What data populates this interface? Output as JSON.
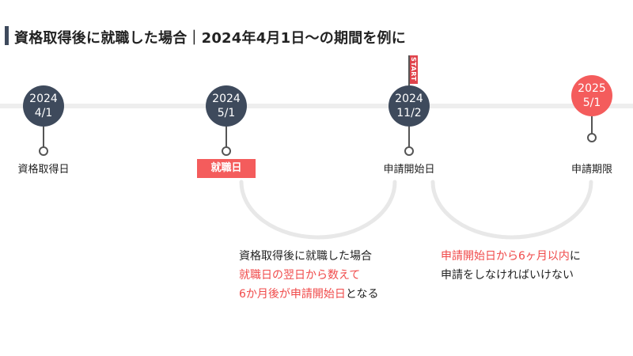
{
  "title": "資格取得後に就職した場合｜2024年4月1日〜の期間を例に",
  "timeline": {
    "nodes": [
      {
        "year": "2024",
        "date": "4/1",
        "label": "資格取得日",
        "style": "dark"
      },
      {
        "year": "2024",
        "date": "5/1",
        "label": "就職日",
        "style": "dark",
        "badge": true
      },
      {
        "year": "2024",
        "date": "11/2",
        "label": "申請開始日",
        "style": "dark",
        "flag": "START"
      },
      {
        "year": "2025",
        "date": "5/1",
        "label": "申請期限",
        "style": "red"
      }
    ]
  },
  "notes": {
    "left": {
      "line1": "資格取得後に就職した場合",
      "line2": "就職日の翌日から数えて",
      "line3_red": "6か月後が申請開始日",
      "line3_black": "となる"
    },
    "right": {
      "line1_red": "申請開始日から6ヶ月以内",
      "line1_black": "に",
      "line2": "申請をしなければいけない"
    }
  },
  "colors": {
    "dark": "#3e4a5c",
    "accent": "#f45c5c",
    "line": "#eeeeee"
  }
}
